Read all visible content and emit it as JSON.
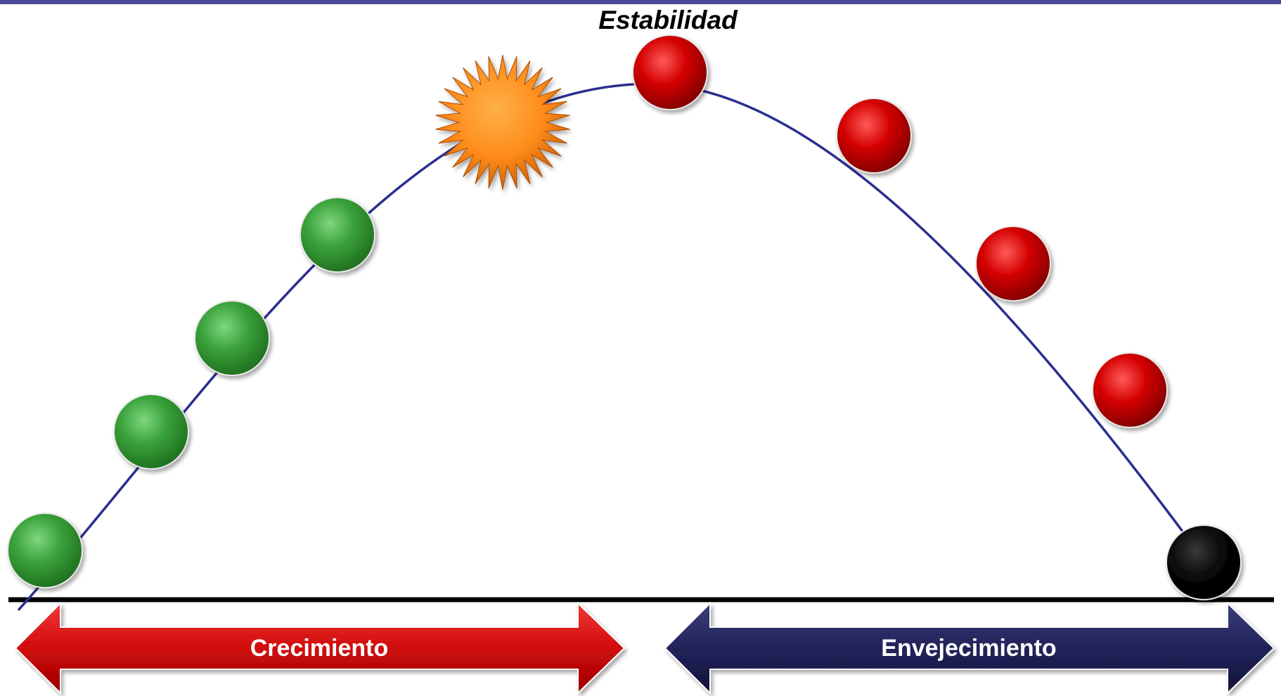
{
  "diagram": {
    "title": "Estabilidad",
    "arrows": [
      {
        "label": "Crecimiento",
        "color": "#d10a0a",
        "direction": "both"
      },
      {
        "label": "Envejecimiento",
        "color": "#22235a",
        "direction": "both"
      }
    ],
    "points": [
      {
        "stage": "growth",
        "color": "#3aa23a",
        "shape": "circle"
      },
      {
        "stage": "growth",
        "color": "#3aa23a",
        "shape": "circle"
      },
      {
        "stage": "growth",
        "color": "#3aa23a",
        "shape": "circle"
      },
      {
        "stage": "growth",
        "color": "#3aa23a",
        "shape": "circle"
      },
      {
        "stage": "peak",
        "color": "#ff8c1a",
        "shape": "starburst"
      },
      {
        "stage": "aging",
        "color": "#d40000",
        "shape": "circle"
      },
      {
        "stage": "aging",
        "color": "#d40000",
        "shape": "circle"
      },
      {
        "stage": "aging",
        "color": "#d40000",
        "shape": "circle"
      },
      {
        "stage": "aging",
        "color": "#d40000",
        "shape": "circle"
      },
      {
        "stage": "end",
        "color": "#000000",
        "shape": "circle"
      }
    ],
    "colors": {
      "curve": "#2b2e8f",
      "baseline": "#000000",
      "top_bar": "#4b4b9a"
    }
  }
}
